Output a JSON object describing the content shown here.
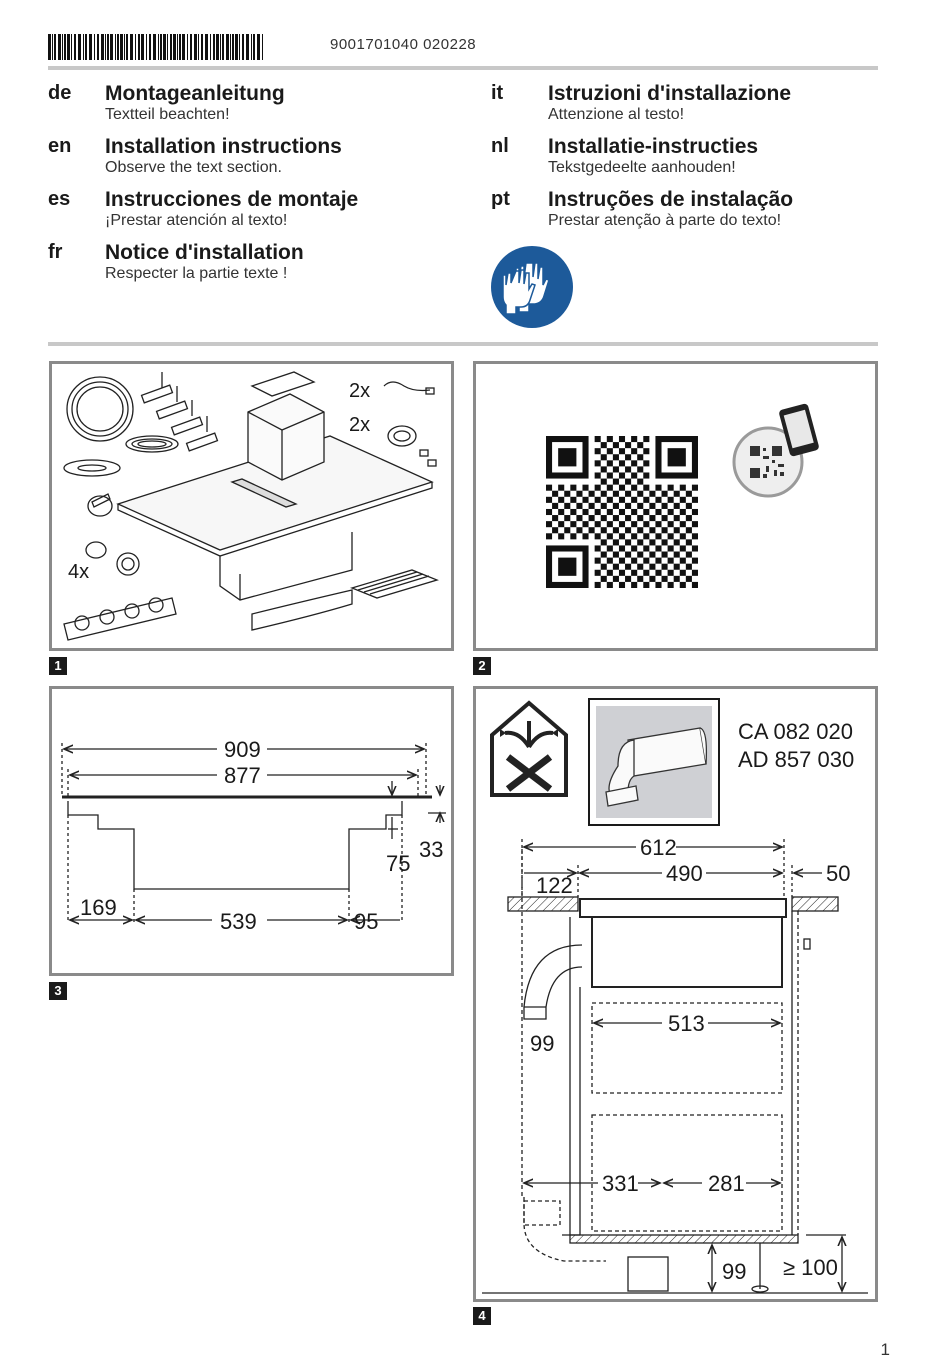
{
  "header": {
    "barcode_text": "*9001701040*",
    "doc_number": "9001701040 020228"
  },
  "languages": [
    {
      "code": "de",
      "title": "Montageanleitung",
      "subtitle": "Textteil beachten!"
    },
    {
      "code": "en",
      "title": "Installation instructions",
      "subtitle": "Observe the text section."
    },
    {
      "code": "es",
      "title": "Instrucciones de montaje",
      "subtitle": "¡Prestar atención al texto!"
    },
    {
      "code": "fr",
      "title": "Notice d'installation",
      "subtitle": "Respecter la partie texte !"
    },
    {
      "code": "it",
      "title": "Istruzioni d'installazione",
      "subtitle": "Attenzione al testo!"
    },
    {
      "code": "nl",
      "title": "Installatie-instructies",
      "subtitle": "Tekstgedeelte aanhouden!"
    },
    {
      "code": "pt",
      "title": "Instruções de instalação",
      "subtitle": "Prestar atenção à parte do texto!"
    }
  ],
  "icons": {
    "gloves": "gloves-icon",
    "qr": "qr-code-icon",
    "smartphone": "smartphone-icon",
    "house_ducts": "house-recirculation-icon"
  },
  "colors": {
    "mandatory_blue": "#1d5a9a",
    "panel_border": "#8a8a8a",
    "badge": "#1a1a1a"
  },
  "figure1": {
    "badge": "1",
    "qty_cables": "2x",
    "qty_hoses": "2x",
    "qty_clamps": "4x"
  },
  "figure2": {
    "badge": "2"
  },
  "figure3": {
    "badge": "3",
    "dims": {
      "total_width": "909",
      "cutout_width": "877",
      "left": "169",
      "body": "539",
      "right": "95",
      "height_75": "75",
      "height_33": "33"
    }
  },
  "figure4": {
    "badge": "4",
    "part_numbers": [
      "CA 082 020",
      "AD 857 030"
    ],
    "dims": {
      "w612": "612",
      "w490": "490",
      "w50": "50",
      "w122": "122",
      "w513": "513",
      "w99a": "99",
      "w331": "331",
      "w281": "281",
      "h99": "99",
      "h100": "≥ 100"
    }
  },
  "footer": {
    "page_number": "1"
  }
}
